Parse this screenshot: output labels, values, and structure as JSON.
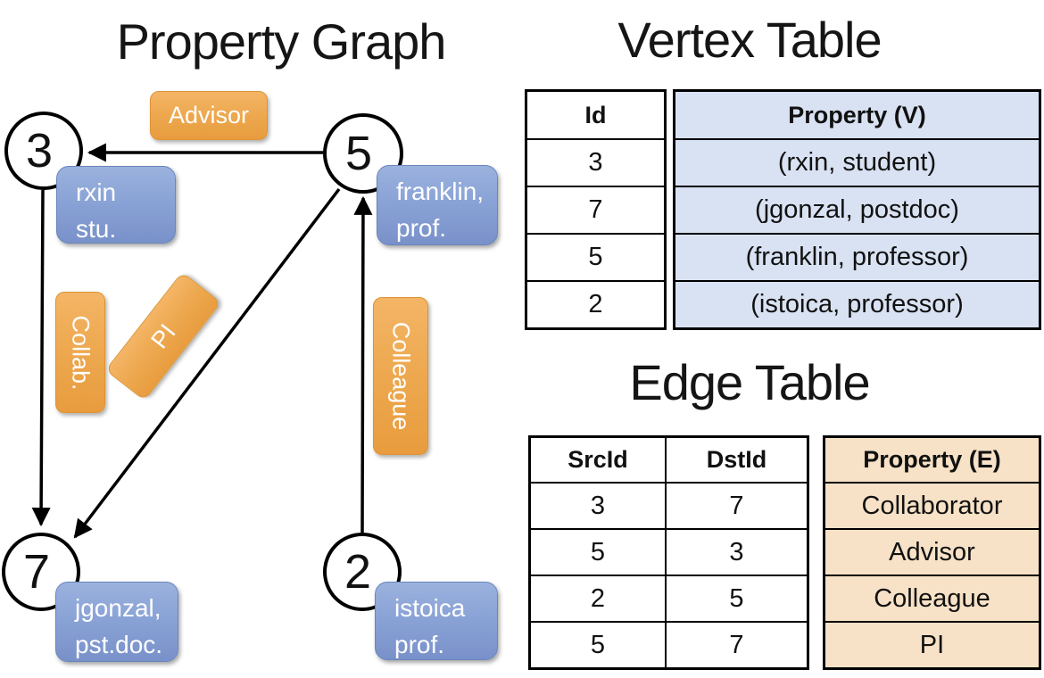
{
  "graph": {
    "title": "Property Graph",
    "nodes": [
      {
        "id": "3",
        "property_lines": [
          "rxin",
          "stu."
        ]
      },
      {
        "id": "5",
        "property_lines": [
          "franklin,",
          "prof."
        ]
      },
      {
        "id": "7",
        "property_lines": [
          "jgonzal,",
          "pst.doc."
        ]
      },
      {
        "id": "2",
        "property_lines": [
          "istoica",
          "prof."
        ]
      }
    ],
    "edges": [
      {
        "src": "5",
        "dst": "3",
        "label": "Advisor"
      },
      {
        "src": "3",
        "dst": "7",
        "label": "Collab."
      },
      {
        "src": "5",
        "dst": "7",
        "label": "PI"
      },
      {
        "src": "2",
        "dst": "5",
        "label": "Colleague"
      }
    ]
  },
  "vertex_table": {
    "title": "Vertex Table",
    "columns": [
      "Id",
      "Property (V)"
    ],
    "rows": [
      [
        "3",
        "(rxin, student)"
      ],
      [
        "7",
        "(jgonzal, postdoc)"
      ],
      [
        "5",
        "(franklin, professor)"
      ],
      [
        "2",
        "(istoica, professor)"
      ]
    ]
  },
  "edge_table": {
    "title": "Edge Table",
    "columns": [
      "SrcId",
      "DstId",
      "Property (E)"
    ],
    "rows": [
      [
        "3",
        "7",
        "Collaborator"
      ],
      [
        "5",
        "3",
        "Advisor"
      ],
      [
        "2",
        "5",
        "Colleague"
      ],
      [
        "5",
        "7",
        "PI"
      ]
    ]
  },
  "colors": {
    "edge_label_orange_top": "#f4b566",
    "edge_label_orange_bottom": "#e89c3e",
    "vertex_card_blue_top": "#9bb2de",
    "vertex_card_blue_bottom": "#7991c9",
    "vertex_table_cell_bg": "#d9e2f2",
    "edge_table_cell_bg": "#f7e2c7",
    "line_color": "#000000"
  }
}
